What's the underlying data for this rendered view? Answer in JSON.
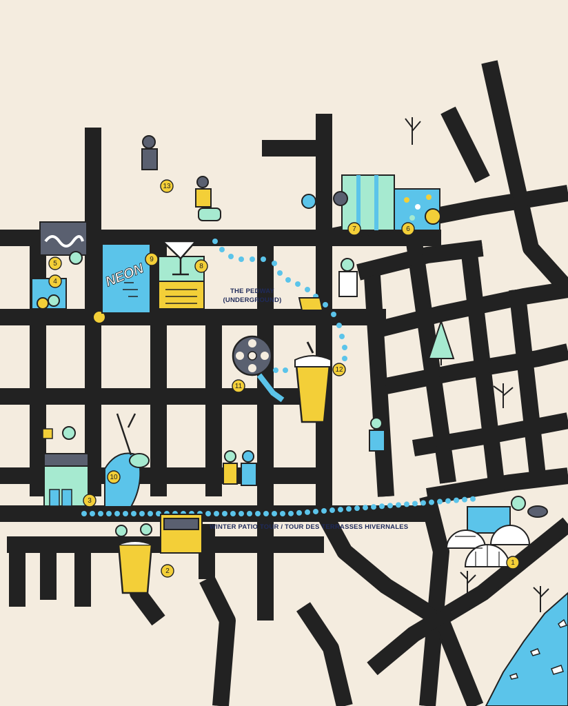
{
  "map": {
    "routes": {
      "pedway_label_line1": "THE PEDWAY",
      "pedway_label_line2": "(UNDERGROUND)",
      "patio_tour_label": "WINTER PATIO TOUR / TOUR DES TERRASSES HIVERNALES"
    },
    "signs": {
      "neon_sign_text": "NEON"
    },
    "markers": [
      "1",
      "2",
      "3",
      "4",
      "5",
      "6",
      "7",
      "8",
      "9",
      "10",
      "11",
      "12",
      "13"
    ],
    "colors": {
      "background": "#f4ecdf",
      "road": "#d2d0ca",
      "outline": "#222222",
      "accent_yellow": "#f3cf38",
      "accent_blue": "#5bc4ea",
      "accent_mint": "#a6ead0",
      "river": "#5bc4ea",
      "route_dots": "#5bc4ea"
    }
  }
}
